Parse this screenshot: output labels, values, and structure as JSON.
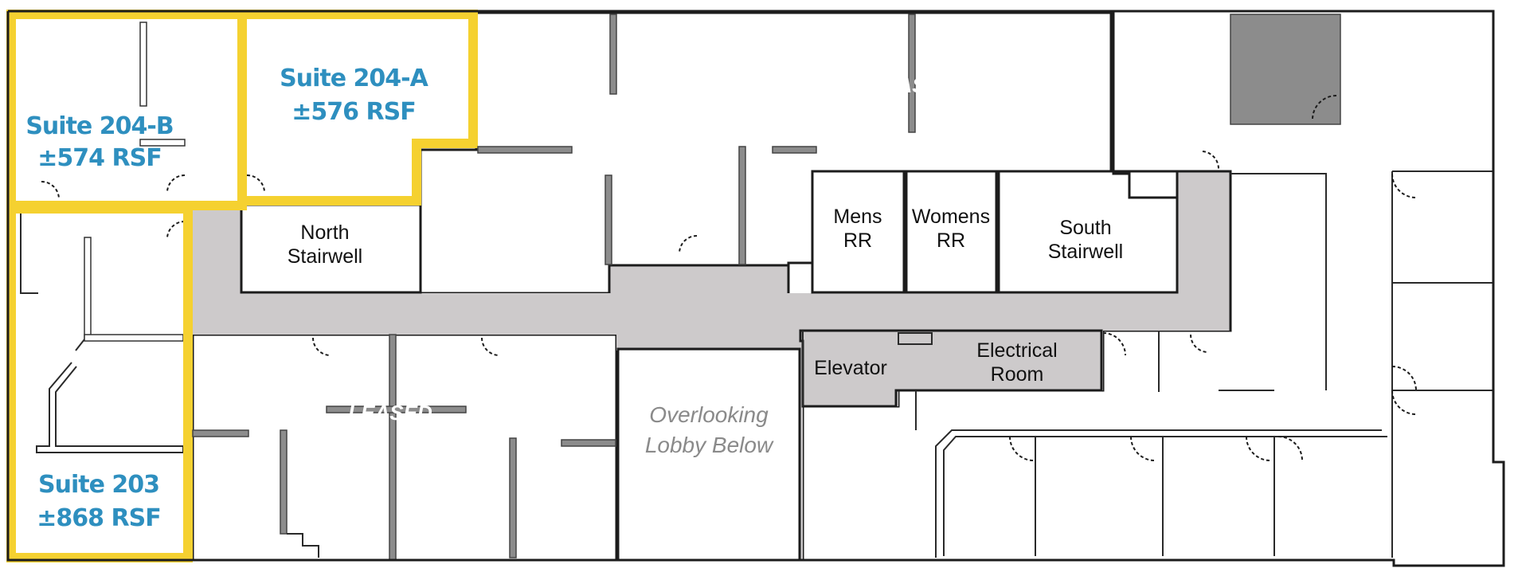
{
  "colors": {
    "leased": "#8f8f8f",
    "common": "#cdcacb",
    "available": "#ffffff",
    "available_outline": "#f5d130",
    "suite_text": "#2e8fbf",
    "wall": "#1c1c1c"
  },
  "suites": {
    "s204b": {
      "name": "Suite 204-B",
      "area": "±574 RSF"
    },
    "s204a": {
      "name": "Suite 204-A",
      "area": "±576 RSF"
    },
    "s203": {
      "name": "Suite 203",
      "area": "±868 RSF"
    }
  },
  "rooms": {
    "north_stair": {
      "line1": "North",
      "line2": "Stairwell"
    },
    "mens_rr": {
      "line1": "Mens",
      "line2": "RR"
    },
    "womens_rr": {
      "line1": "Womens",
      "line2": "RR"
    },
    "south_stair": {
      "line1": "South",
      "line2": "Stairwell"
    },
    "elevator": {
      "label": "Elevator"
    },
    "electrical": {
      "line1": "Electrical",
      "line2": "Room"
    },
    "lobby": {
      "line1": "Overlooking",
      "line2": "Lobby Below"
    }
  },
  "leased": {
    "top": "LEASED",
    "left": "LEASED",
    "right": "LEASED"
  }
}
